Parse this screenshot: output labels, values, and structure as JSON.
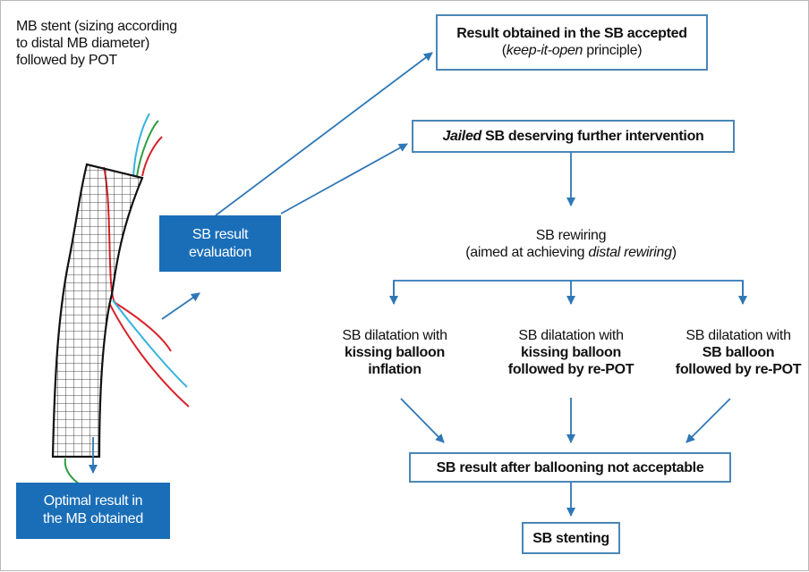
{
  "intro": {
    "line1": "MB stent (sizing according",
    "line2": "to distal MB diameter)",
    "line3": "followed by POT"
  },
  "result_accepted": {
    "title": "Result obtained in the SB accepted",
    "paren_open": "(",
    "principle": "keep-it-open",
    "principle_rest": " principle)"
  },
  "jailed": {
    "italic": "Jailed",
    "rest": " SB deserving further intervention"
  },
  "sb_eval": {
    "line1": "SB result",
    "line2": "evaluation"
  },
  "rewiring": {
    "line1": "SB rewiring",
    "line2_prefix": "(aimed at achieving ",
    "line2_italic": "distal rewiring",
    "line2_suffix": ")"
  },
  "options": [
    {
      "line1": "SB dilatation with",
      "line2": "kissing balloon",
      "line3": "inflation"
    },
    {
      "line1": "SB dilatation with",
      "line2": "kissing balloon",
      "line3": "followed by re-POT"
    },
    {
      "line1": "SB dilatation with",
      "line2": "SB balloon",
      "line3": "followed by re-POT"
    }
  ],
  "not_acceptable": "SB result after ballooning not acceptable",
  "stenting": "SB stenting",
  "optimal": {
    "line1": "Optimal result in",
    "line2": "the MB obtained"
  },
  "colors": {
    "arrow": "#2f77b6",
    "box_border": "#4a86b7",
    "solid_box": "#1a6eb8",
    "wire_red": "#d8232a",
    "wire_blue": "#35b3e0",
    "wire_green": "#2f9e44"
  }
}
